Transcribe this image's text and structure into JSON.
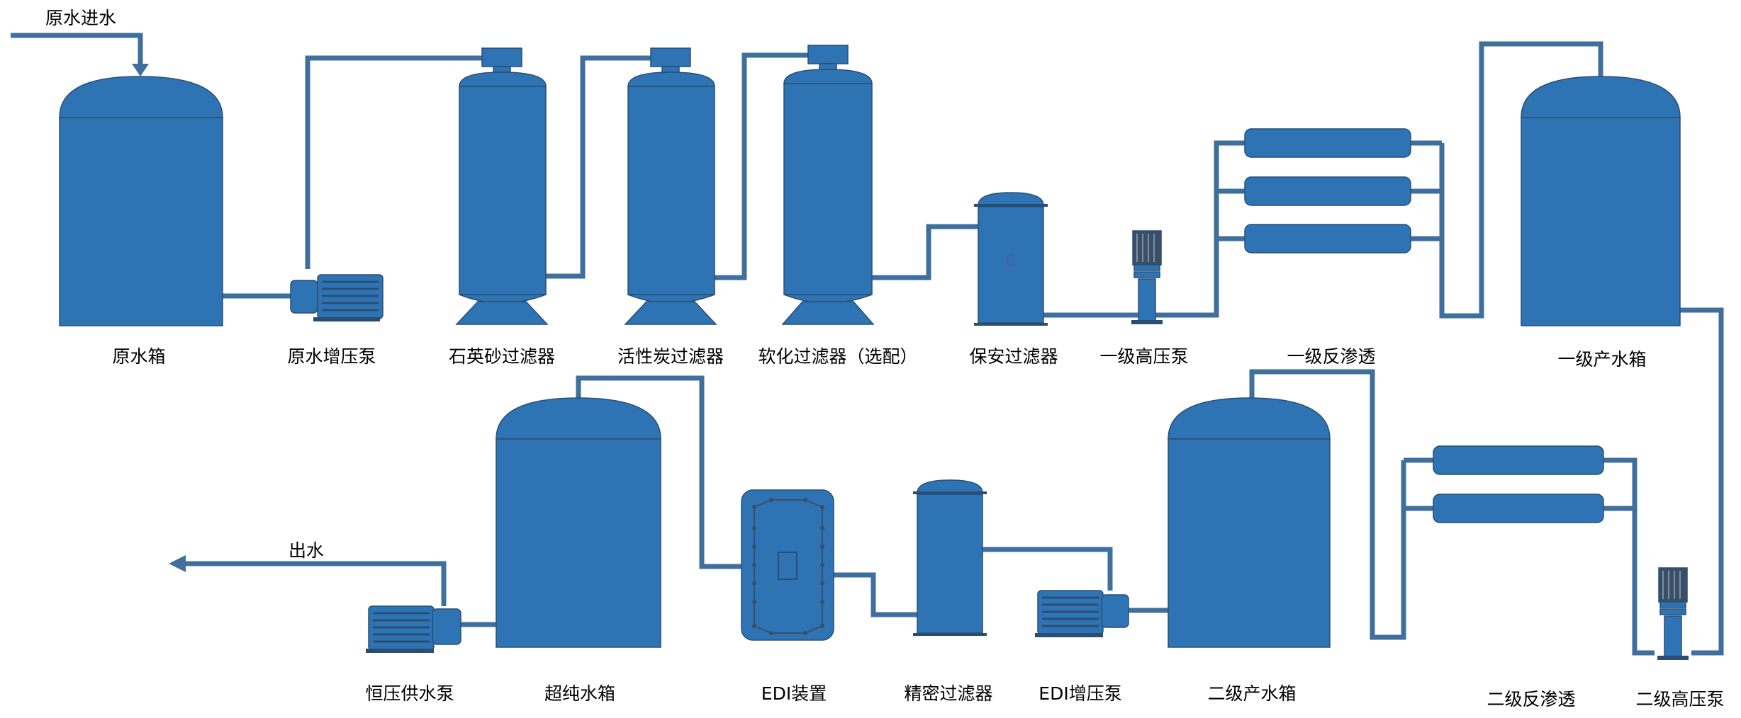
{
  "colors": {
    "equipment": "#2e74b5",
    "pipe": "#3f6f9c",
    "outline": "#2a4e73",
    "pump_dark": "#3a4f66",
    "background": "#ffffff"
  },
  "labels": {
    "raw_water_inlet": "原水进水",
    "raw_water_tank": "原水箱",
    "raw_water_booster_pump": "原水增压泵",
    "quartz_sand_filter": "石英砂过滤器",
    "activated_carbon_filter": "活性炭过滤器",
    "softening_filter": "软化过滤器（选配）",
    "security_filter": "保安过滤器",
    "primary_hp_pump": "一级高压泵",
    "primary_ro": "一级反渗透",
    "primary_product_tank": "一级产水箱",
    "secondary_ro": "二级反渗透",
    "secondary_hp_pump": "二级高压泵",
    "secondary_product_tank": "二级产水箱",
    "edi_booster_pump": "EDI增压泵",
    "precision_filter": "精密过滤器",
    "edi_device": "EDI装置",
    "ultrapure_tank": "超纯水箱",
    "constant_pressure_pump": "恒压供水泵",
    "water_outlet": "出水",
    "security_filter_mark": "0"
  }
}
